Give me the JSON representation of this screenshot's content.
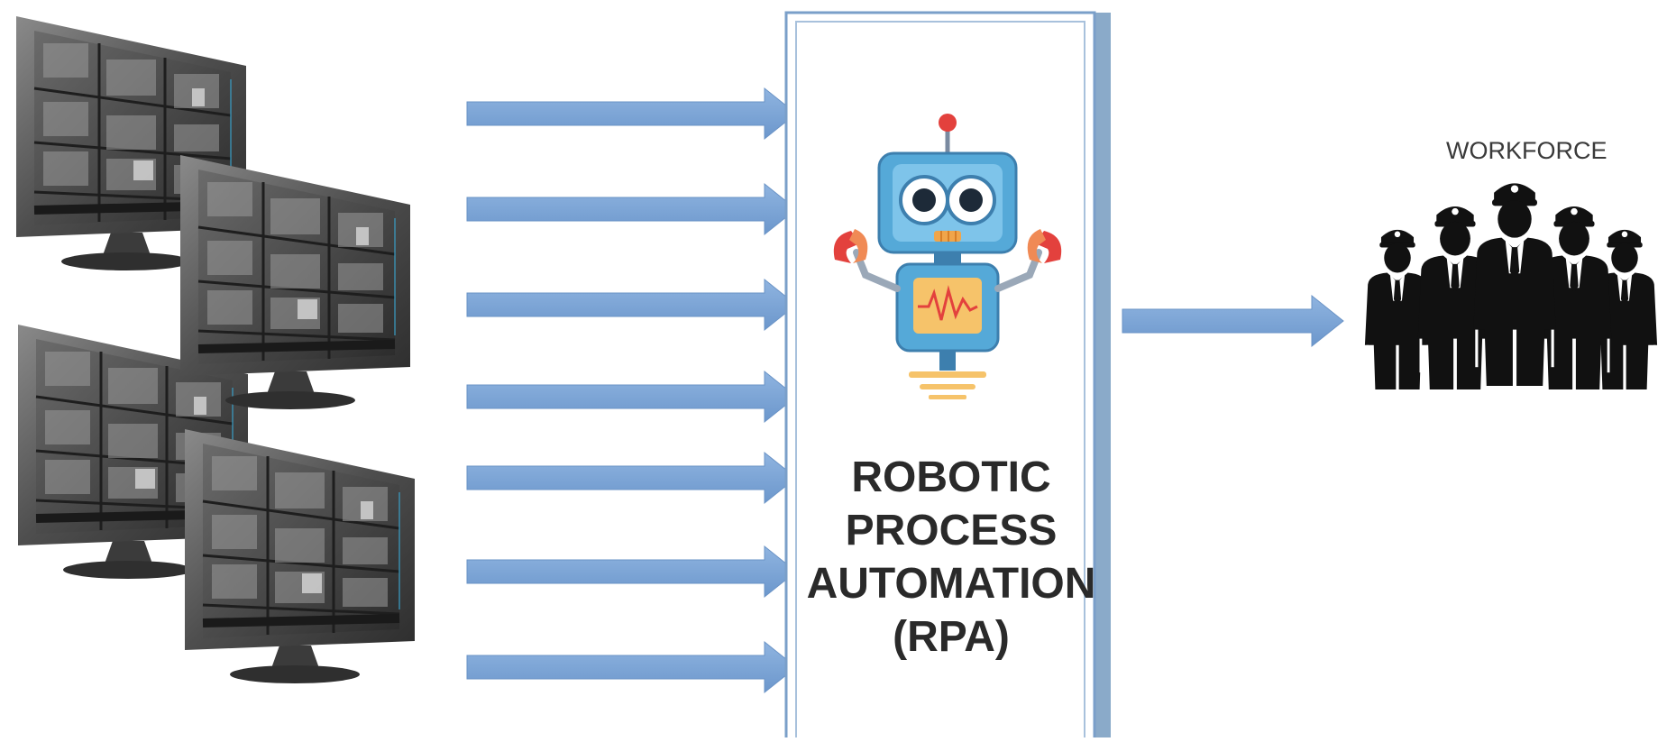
{
  "rpa_box": {
    "lines": [
      "ROBOTIC",
      "PROCESS",
      "AUTOMATION",
      "(RPA)"
    ]
  },
  "workforce": {
    "label": "WORKFORCE"
  },
  "colors": {
    "arrow": "#7fa8da",
    "arrow_edge": "#6a93c6",
    "box_border": "#7a9fc9",
    "box_shadow": "#8aaac9",
    "monitor_frame": "#5a5a5a",
    "person": "#111111"
  },
  "icons": {
    "monitors": "cctv-monitor-icon",
    "robot": "robot-icon",
    "people": "security-guard-icon"
  }
}
